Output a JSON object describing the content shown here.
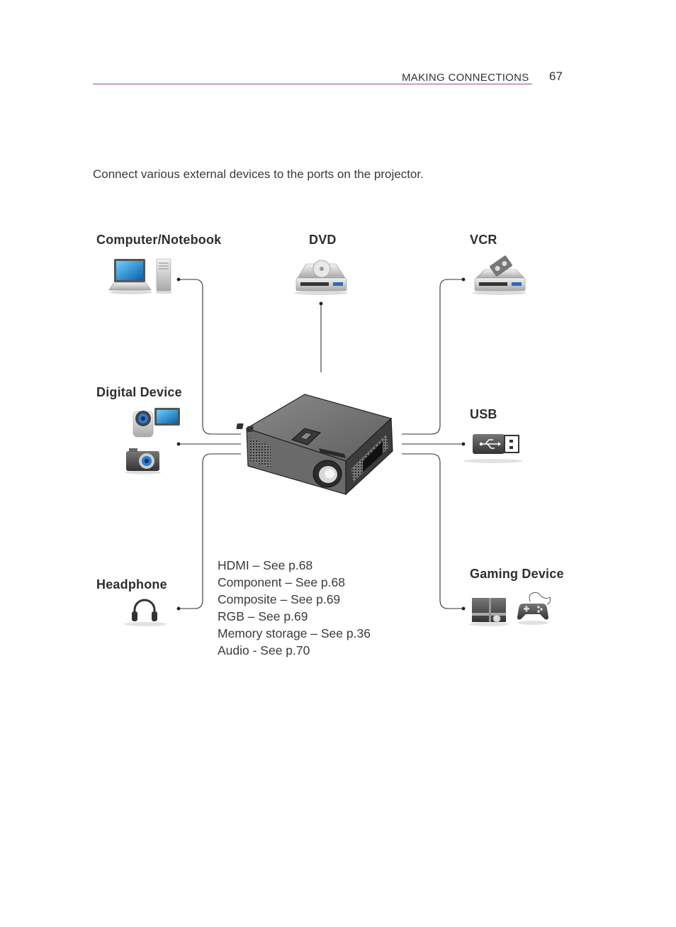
{
  "header": {
    "section_title": "MAKING CONNECTIONS",
    "page_number": "67",
    "rule_color": "#a0488f"
  },
  "intro": "Connect various external devices to the ports on the projector.",
  "devices": {
    "computer": {
      "label": "Computer/Notebook",
      "icons": [
        "laptop-icon",
        "desktop-tower-icon"
      ]
    },
    "dvd": {
      "label": "DVD",
      "icons": [
        "dvd-player-icon"
      ]
    },
    "vcr": {
      "label": "VCR",
      "icons": [
        "vcr-icon"
      ]
    },
    "digital": {
      "label": "Digital Device",
      "icons": [
        "camcorder-icon",
        "camera-icon"
      ]
    },
    "usb": {
      "label": "USB",
      "icons": [
        "usb-drive-icon"
      ]
    },
    "headphone": {
      "label": "Headphone",
      "icons": [
        "headphone-icon"
      ]
    },
    "gaming": {
      "label": "Gaming Device",
      "icons": [
        "game-console-icon",
        "gamepad-icon"
      ]
    }
  },
  "ports": [
    "HDMI – See p.68",
    "Component – See p.68",
    "Composite – See p.69",
    "RGB – See p.69",
    "Memory storage – See p.36",
    "Audio - See p.70"
  ]
}
